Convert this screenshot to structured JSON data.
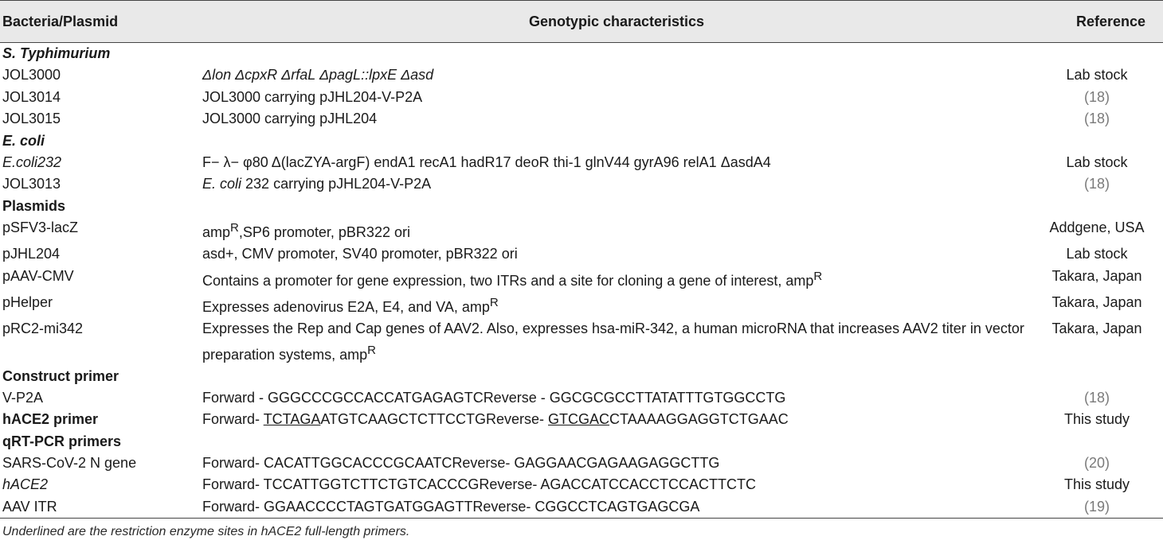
{
  "header": {
    "col1": "Bacteria/Plasmid",
    "col2": "Genotypic characteristics",
    "col3": "Reference"
  },
  "rows": [
    {
      "type": "section",
      "name": "S. Typhimurium"
    },
    {
      "type": "data",
      "c1": "JOL3000",
      "c2": "Δlon ΔcpxR ΔrfaL ΔpagL::lpxE Δasd",
      "c3": "Lab stock"
    },
    {
      "type": "data",
      "c1": "JOL3014",
      "c2": "JOL3000 carrying pJHL204-V-P2A",
      "c3": "(18)"
    },
    {
      "type": "data",
      "c1": "JOL3015",
      "c2": "JOL3000 carrying pJHL204",
      "c3": "(18)"
    },
    {
      "type": "section",
      "name": "E. coli"
    },
    {
      "type": "data",
      "c1": "E.coli232",
      "c2": "F− λ− φ80 Δ(lacZYA-argF) endA1 recA1 hadR17 deoR thi-1 glnV44 gyrA96 relA1 ΔasdA4",
      "c3": "Lab stock"
    },
    {
      "type": "data",
      "c1": "JOL3013",
      "c2_it": "E. coli",
      "c2": " 232 carrying pJHL204-V-P2A",
      "c3": "(18)"
    },
    {
      "type": "section",
      "name": "Plasmids"
    },
    {
      "type": "data",
      "c1": "pSFV3-lacZ",
      "c2": "amp",
      "c2_sup": "R",
      "c2_post": ",SP6 promoter, pBR322 ori",
      "c3": "Addgene, USA"
    },
    {
      "type": "data",
      "c1": "pJHL204",
      "c2": "asd+, CMV promoter, SV40 promoter, pBR322 ori",
      "c3": "Lab stock"
    },
    {
      "type": "data",
      "c1": "pAAV-CMV",
      "c2": "Contains a promoter for gene expression, two ITRs and a site for cloning a gene of interest, amp",
      "c2_sup": "R",
      "c3": "Takara, Japan"
    },
    {
      "type": "data",
      "c1": "pHelper",
      "c2": "Expresses adenovirus E2A, E4, and VA, amp",
      "c2_sup": "R",
      "c3": "Takara, Japan"
    },
    {
      "type": "data",
      "c1": "pRC2-mi342",
      "c2": "Expresses the Rep and Cap genes of AAV2. Also, expresses hsa-miR-342, a human microRNA that increases AAV2 titer in vector preparation systems, amp",
      "c2_sup": "R",
      "c3": "Takara, Japan"
    },
    {
      "type": "section",
      "name": "Construct primer"
    },
    {
      "type": "data",
      "c1": "V-P2A",
      "c2": "Forward - GGGCCCGCCACCATGAGAGTCReverse - GGCGCGCCTTATATTTGTGGCCTG",
      "c3": "(18)"
    },
    {
      "type": "section_data",
      "c1": "hACE2 primer",
      "c2_a": "Forward- ",
      "c2_u1": "TCTAGA",
      "c2_b": "ATGTCAAGCTCTTCCTGReverse- ",
      "c2_u2": "GTCGAC",
      "c2_c": "CTAAAAGGAGGTCTGAAC",
      "c3": "This study"
    },
    {
      "type": "section",
      "name": "qRT-PCR primers"
    },
    {
      "type": "data",
      "c1": "SARS-CoV-2 N gene",
      "c2": "Forward- CACATTGGCACCCGCAATCReverse- GAGGAACGAGAAGAGGCTTG",
      "c3": "(20)"
    },
    {
      "type": "data",
      "c1": "hACE2",
      "c2": "Forward- TCCATTGGTCTTCTGTCACCCGReverse- AGACCATCCACCTCCACTTCTC",
      "c3": "This study"
    },
    {
      "type": "data",
      "c1": "AAV ITR",
      "c2": "Forward- GGAACCCCTAGTGATGGAGTTReverse- CGGCCTCAGTGAGCGA",
      "c3": "(19)"
    }
  ],
  "footnote": "Underlined are the restriction enzyme sites in hACE2 full-length primers."
}
